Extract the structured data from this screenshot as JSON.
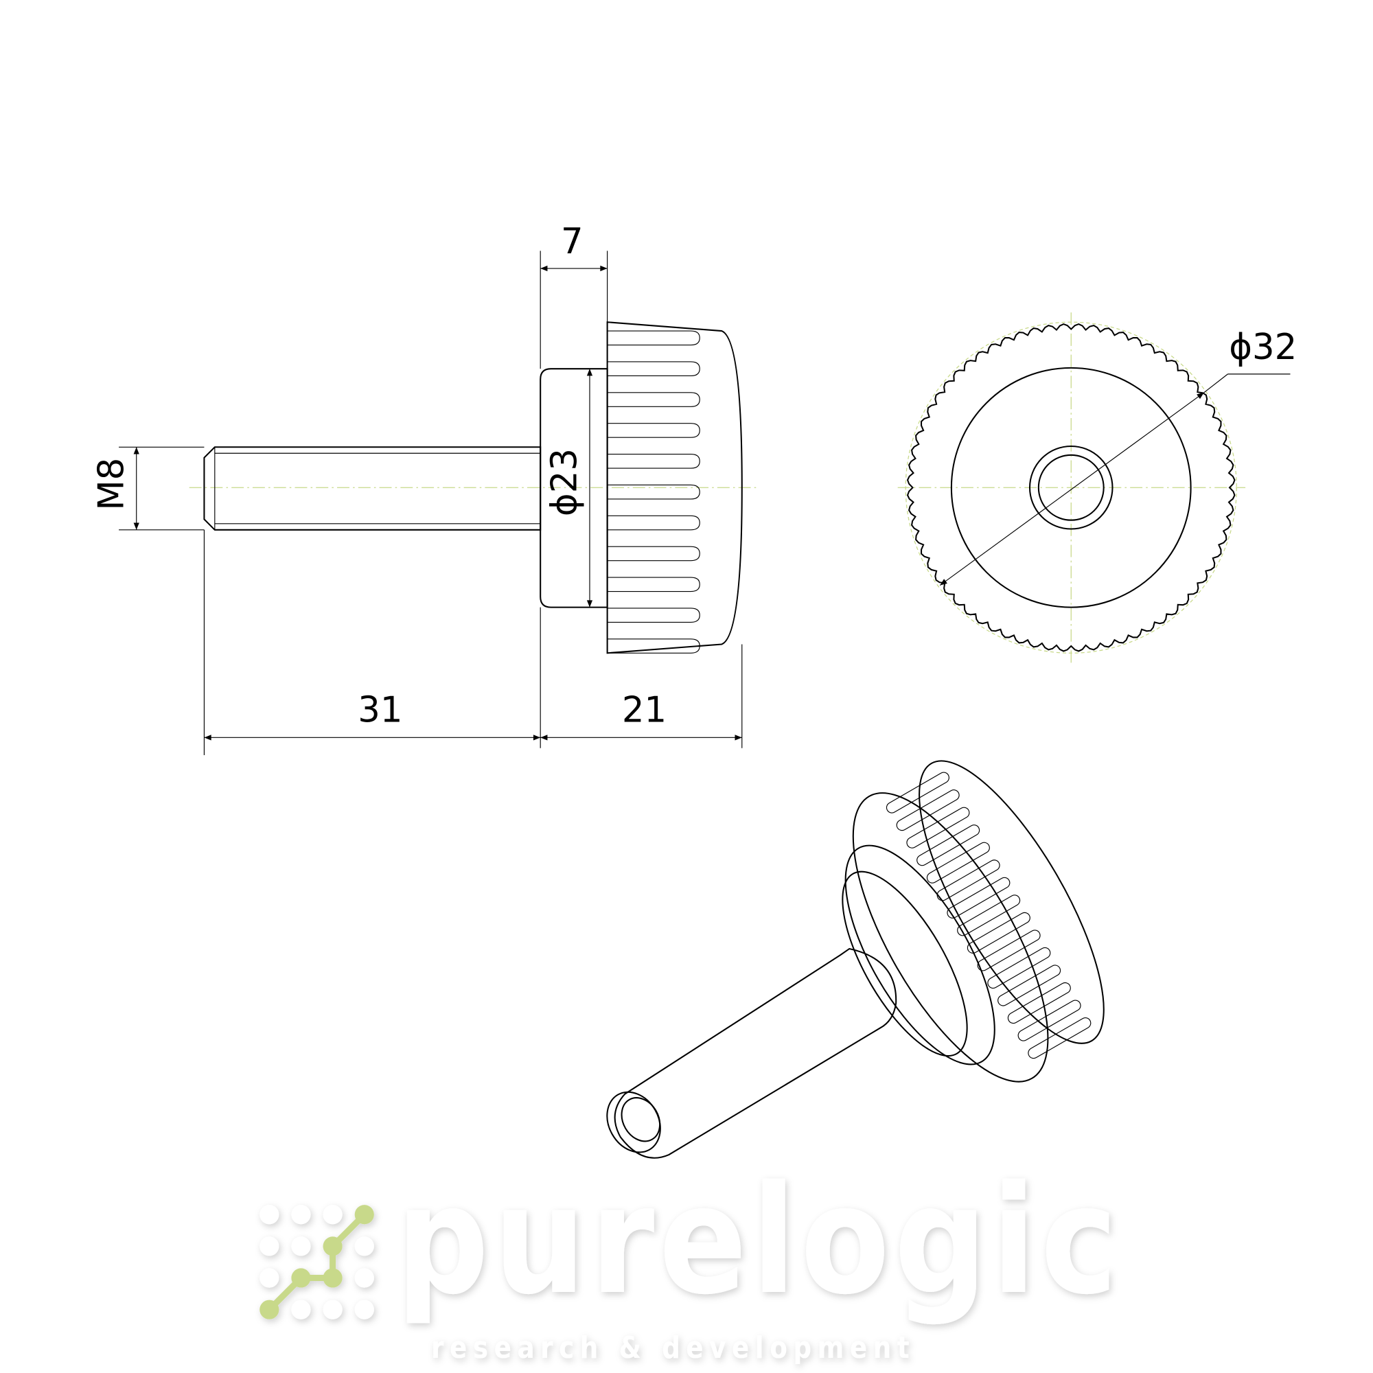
{
  "dimensions": {
    "head_width": "7",
    "collar_diameter": "ϕ23",
    "thread": "M8",
    "shaft_length": "31",
    "head_length": "21",
    "knob_diameter": "ϕ32"
  },
  "logo": {
    "name": "purelogic",
    "tagline": "research & development",
    "accent": "#c8d98a"
  }
}
